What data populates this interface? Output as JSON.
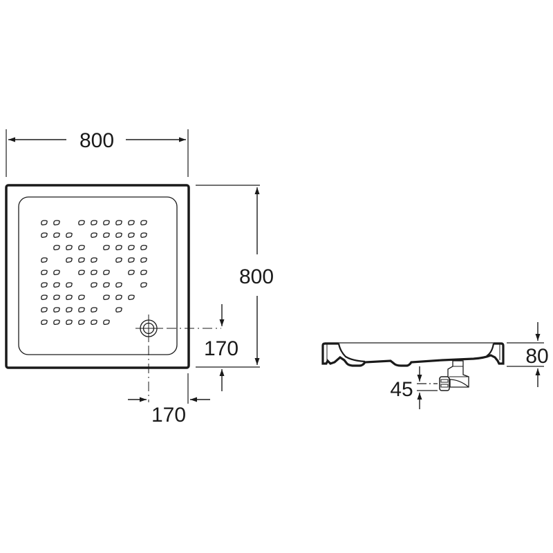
{
  "diagram": {
    "type": "technical-drawing",
    "subject": "square shower tray",
    "views": [
      "plan-view",
      "side-profile"
    ],
    "colors": {
      "line": "#1a1a1a",
      "background": "#ffffff"
    }
  },
  "plan_view": {
    "width_label": "800",
    "height_label": "800",
    "drain_offset_x_label": "170",
    "drain_offset_y_label": "170",
    "anti_slip_grid": {
      "columns": 9,
      "rows": 9,
      "pattern": [
        [
          1,
          1,
          0,
          1,
          1,
          1,
          1,
          1,
          1
        ],
        [
          1,
          1,
          1,
          0,
          1,
          1,
          1,
          1,
          1
        ],
        [
          0,
          1,
          1,
          1,
          0,
          1,
          1,
          1,
          1
        ],
        [
          1,
          0,
          1,
          1,
          1,
          0,
          1,
          1,
          1
        ],
        [
          1,
          1,
          0,
          1,
          1,
          1,
          0,
          1,
          1
        ],
        [
          1,
          1,
          1,
          0,
          1,
          1,
          1,
          0,
          1
        ],
        [
          1,
          1,
          1,
          1,
          0,
          1,
          1,
          1,
          0
        ],
        [
          1,
          1,
          1,
          1,
          1,
          0,
          1,
          0,
          0
        ],
        [
          1,
          1,
          1,
          1,
          1,
          1,
          0,
          0,
          0
        ]
      ]
    }
  },
  "side_view": {
    "height_label": "80",
    "waste_height_label": "45"
  }
}
